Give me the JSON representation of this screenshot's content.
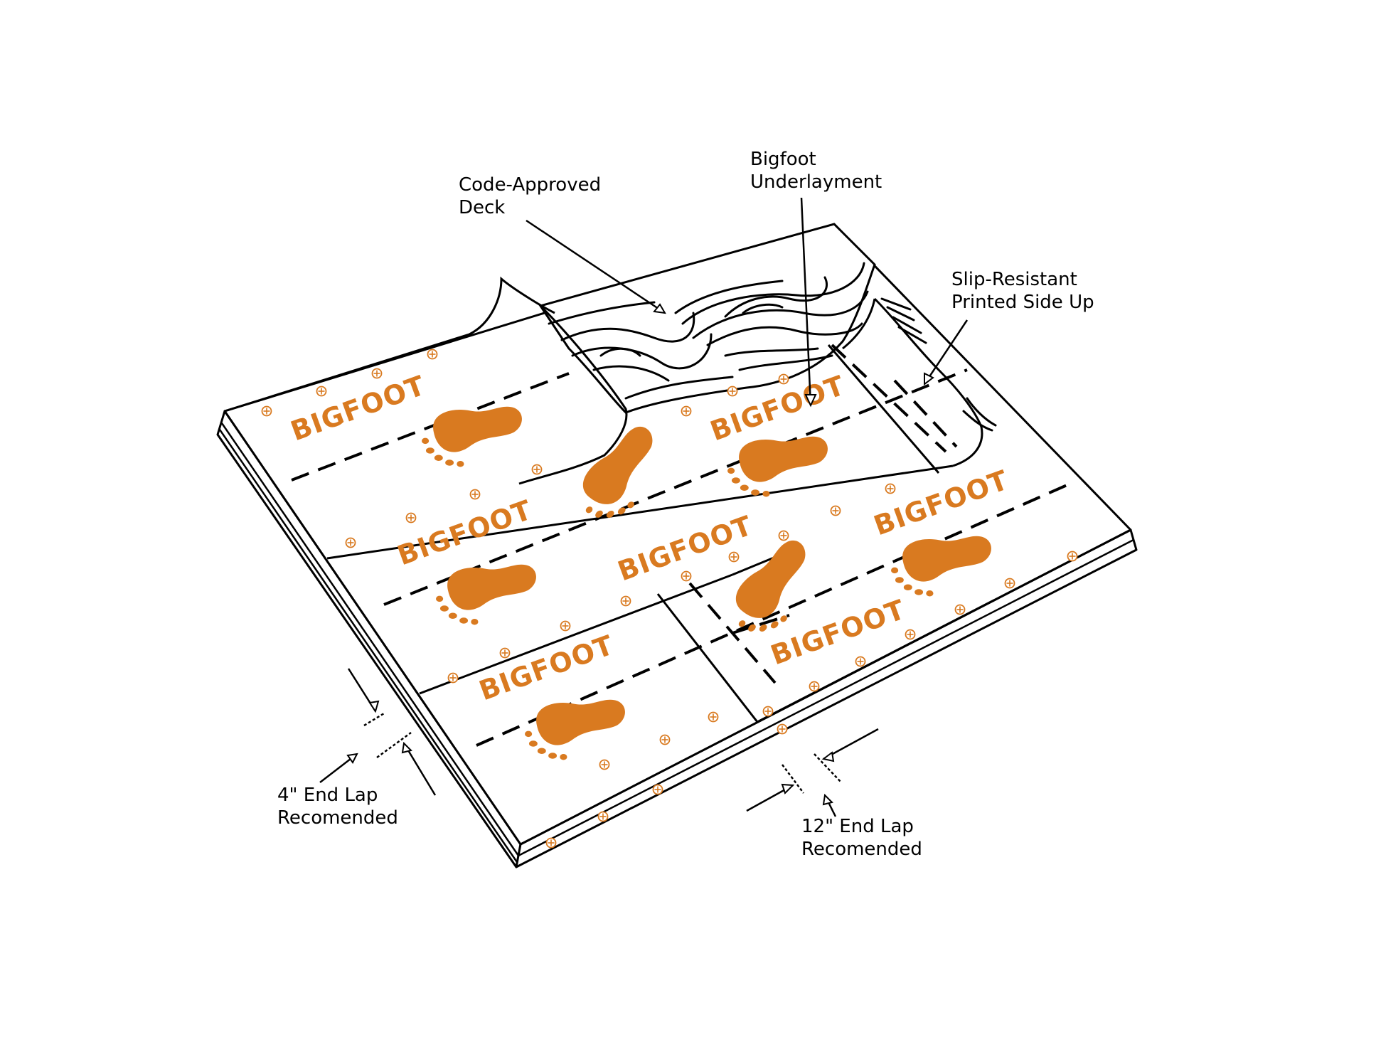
{
  "callouts": {
    "deck": [
      "Code-Approved",
      "Deck"
    ],
    "underlayment": [
      "Bigfoot",
      "Underlayment"
    ],
    "slip": [
      "Slip-Resistant",
      "Printed Side Up"
    ],
    "end_lap_4": [
      "4\" End Lap",
      "Recomended"
    ],
    "end_lap_12": [
      "12\" End Lap",
      "Recomended"
    ]
  },
  "brand_text": "BIGFOOT",
  "colors": {
    "brand_orange": "#d97a20",
    "line": "#000000",
    "background": "#ffffff"
  },
  "icons": [
    "footprint-icon",
    "fastener-icon",
    "arrow-icon"
  ]
}
